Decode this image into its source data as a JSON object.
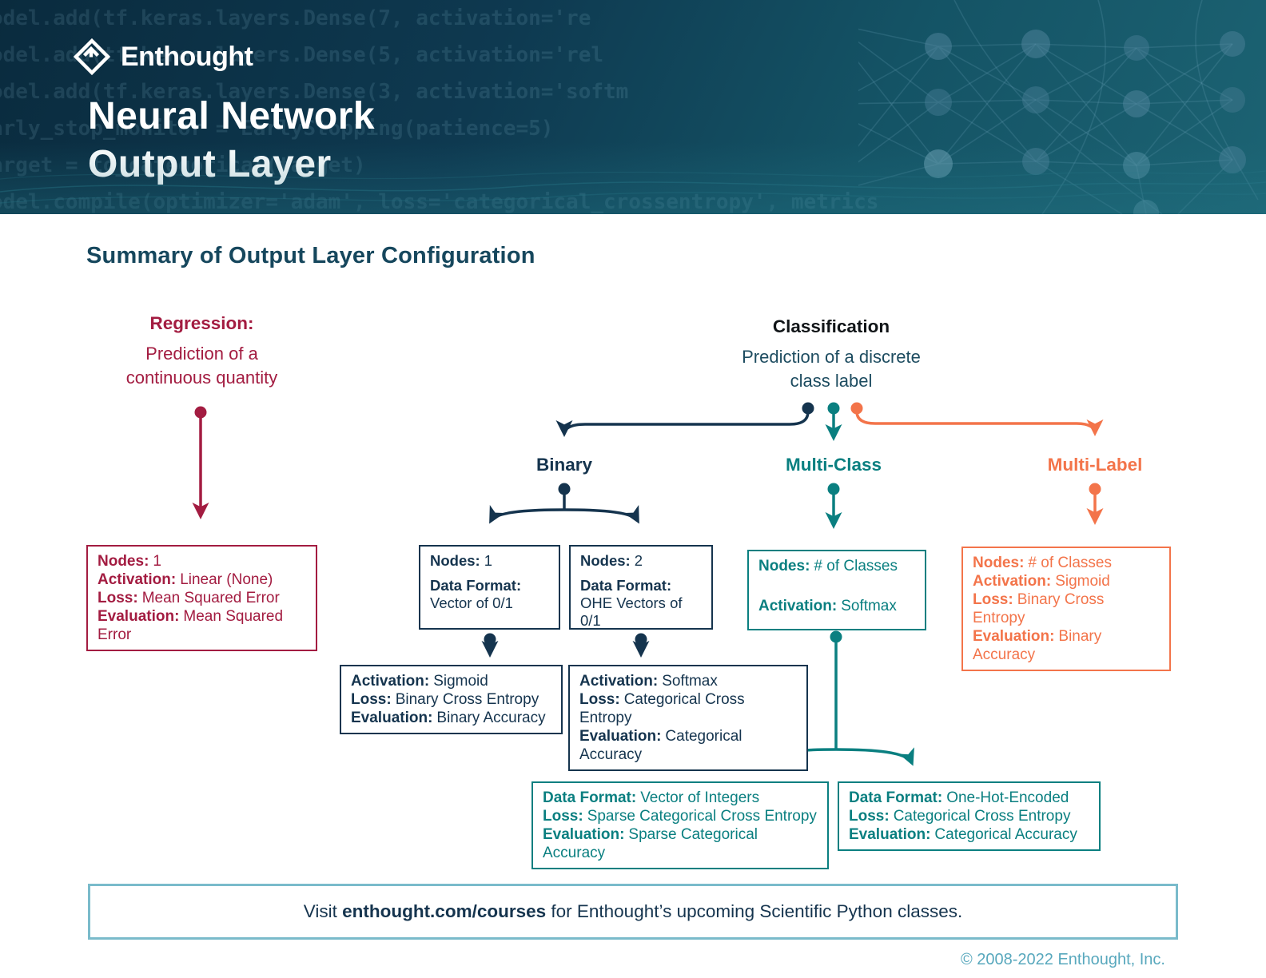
{
  "header": {
    "logo_text": "Enthought",
    "title_line1": "Neural Network",
    "title_line2": "Output Layer",
    "code_lines": "odel.add(tf.keras.layers.Dense(7, activation='re\nodel.add(tf.keras.layers.Dense(5, activation='rel\nodel.add(tf.keras.layers.Dense(3, activation='softm\narly_stop_monitor = EarlyStopping(patience=5)\narget = to_categorical(target)\nodel.compile(optimizer='adam', loss='categorical_crossentropy', metrics"
  },
  "colors": {
    "crimson": "#a31c41",
    "navy": "#15344e",
    "teal": "#0a7f80",
    "orange": "#f3744a",
    "header_dark": "#0a2b3e",
    "header_teal": "#1c6373"
  },
  "summary_title": "Summary of Output Layer Configuration",
  "regression": {
    "label": "Regression:",
    "description_line1": "Prediction of a",
    "description_line2": "continuous quantity",
    "box": {
      "nodes_label": "Nodes:",
      "nodes": "1",
      "activation_label": "Activation:",
      "activation": "Linear (None)",
      "loss_label": "Loss:",
      "loss": "Mean Squared Error",
      "evaluation_label": "Evaluation:",
      "evaluation": "Mean Squared Error"
    }
  },
  "classification": {
    "label": "Classification",
    "description_line1": "Prediction of a discrete",
    "description_line2": "class label",
    "branches": {
      "binary": {
        "label": "Binary",
        "node_boxes": [
          {
            "nodes_label": "Nodes:",
            "nodes": "1",
            "data_format_label": "Data Format:",
            "data_format": "Vector of 0/1"
          },
          {
            "nodes_label": "Nodes:",
            "nodes": "2",
            "data_format_label": "Data Format:",
            "data_format": "OHE Vectors of 0/1"
          }
        ],
        "detail_boxes": [
          {
            "activation_label": "Activation:",
            "activation": "Sigmoid",
            "loss_label": "Loss:",
            "loss": "Binary Cross Entropy",
            "evaluation_label": "Evaluation:",
            "evaluation": "Binary Accuracy"
          },
          {
            "activation_label": "Activation:",
            "activation": "Softmax",
            "loss_label": "Loss:",
            "loss": "Categorical Cross Entropy",
            "evaluation_label": "Evaluation:",
            "evaluation": "Categorical Accuracy"
          }
        ]
      },
      "multi_class": {
        "label": "Multi-Class",
        "box": {
          "nodes_label": "Nodes:",
          "nodes": "# of Classes",
          "activation_label": "Activation:",
          "activation": "Softmax"
        },
        "detail_boxes": [
          {
            "data_format_label": "Data Format:",
            "data_format": "Vector of Integers",
            "loss_label": "Loss:",
            "loss": "Sparse Categorical Cross Entropy",
            "evaluation_label": "Evaluation:",
            "evaluation": "Sparse Categorical Accuracy"
          },
          {
            "data_format_label": "Data Format:",
            "data_format": "One-Hot-Encoded",
            "loss_label": "Loss:",
            "loss": "Categorical Cross Entropy",
            "evaluation_label": "Evaluation:",
            "evaluation": "Categorical Accuracy"
          }
        ]
      },
      "multi_label": {
        "label": "Multi-Label",
        "box": {
          "nodes_label": "Nodes:",
          "nodes": "# of Classes",
          "activation_label": "Activation:",
          "activation": "Sigmoid",
          "loss_label": "Loss:",
          "loss": "Binary Cross Entropy",
          "evaluation_label": "Evaluation:",
          "evaluation": "Binary Accuracy"
        }
      }
    }
  },
  "footer": {
    "visit_prefix": "Visit ",
    "visit_link": "enthought.com/courses",
    "visit_suffix": " for Enthought’s upcoming Scientific Python classes.",
    "copyright": "© 2008-2022 Enthought, Inc."
  }
}
